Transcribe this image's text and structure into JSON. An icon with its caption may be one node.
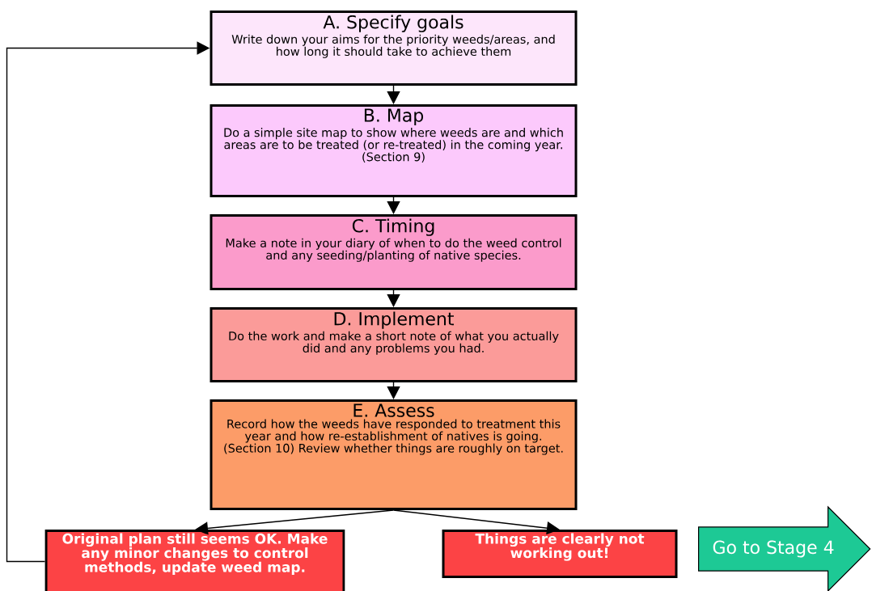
{
  "diagram": {
    "nodes": [
      {
        "text": [
          "A.  Specify goals",
          "Write down your aims for the priority weeds/areas, and how long it should take to achieve them"
        ]
      },
      {
        "text": [
          "B.  Map",
          "Do a simple site map to show where weeds are and which areas are to be treated (or re-treated) in the coming year.  (Section 9)"
        ]
      },
      {
        "text": [
          "C.  Timing",
          "Make a note in your diary of when to do the weed control and any seeding/planting of native species."
        ]
      },
      {
        "text": [
          "D.  Implement",
          "Do the work and make a short note of what you actually did and any problems you had."
        ]
      },
      {
        "text": [
          "E.  Assess",
          "Record how the weeds have responded to treatment this year and how re-establishment of natives is going.  (Section 10)  Review whether things are roughly on target."
        ]
      },
      {
        "text": [
          "Original plan still seems OK.  Make any minor changes to control methods, update weed map."
        ]
      },
      {
        "text": [
          "Things are clearly not working out!"
        ]
      },
      {
        "text": [
          "Go to Stage 4"
        ]
      }
    ],
    "edges": [
      {
        "from": 0,
        "to": 1,
        "arrow": "to"
      },
      {
        "from": 1,
        "to": 2,
        "arrow": "to"
      },
      {
        "from": 2,
        "to": 3,
        "arrow": "to"
      },
      {
        "from": 3,
        "to": 4,
        "arrow": "to"
      },
      {
        "from": 4,
        "to": 5,
        "arrow": "to"
      },
      {
        "from": 4,
        "to": 6,
        "arrow": "to"
      },
      {
        "from": 5,
        "to": 0,
        "arrow": "to"
      }
    ]
  }
}
